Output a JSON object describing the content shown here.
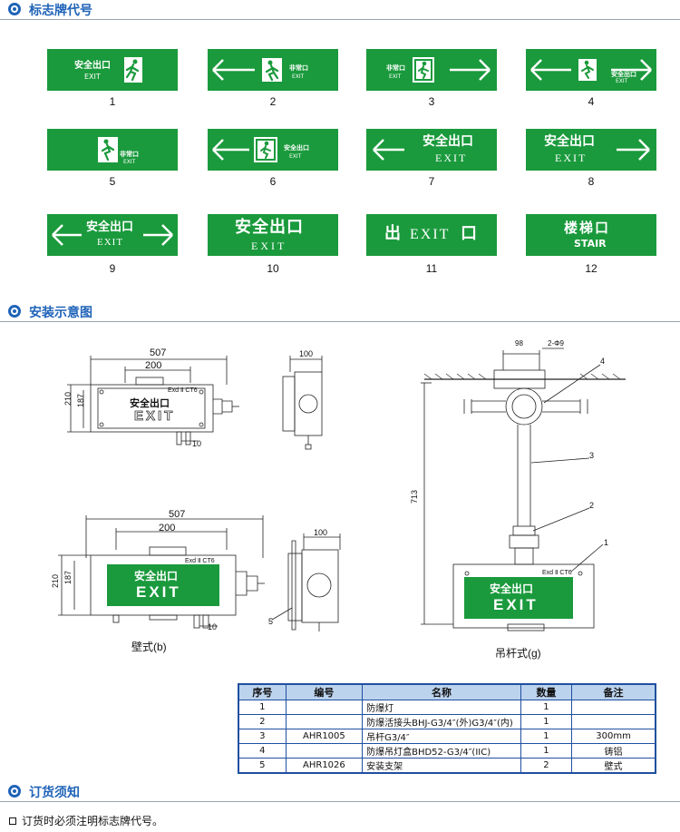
{
  "sections": {
    "signs_title": "标志牌代号",
    "install_title": "安装示意图",
    "order_title": "订货须知"
  },
  "colors": {
    "sign_green": "#1a9a3c",
    "accent_blue": "#1f63b8",
    "table_header": "#bcd3ee"
  },
  "signs": [
    {
      "number": "1",
      "cn": "安全出口",
      "en": "EXIT"
    },
    {
      "number": "2",
      "cn": "非常口",
      "en": "EXIT"
    },
    {
      "number": "3",
      "cn": "非常口",
      "en": "EXIT"
    },
    {
      "number": "4",
      "cn": "安全出口",
      "en": "EXIT"
    },
    {
      "number": "5",
      "cn": "非常口",
      "en": "EXIT"
    },
    {
      "number": "6",
      "cn": "安全出口",
      "en": "EXIT"
    },
    {
      "number": "7",
      "cn": "安全出口",
      "en": "EXIT"
    },
    {
      "number": "8",
      "cn": "安全出口",
      "en": "EXIT"
    },
    {
      "number": "9",
      "cn": "安全出口",
      "en": "EXIT"
    },
    {
      "number": "10",
      "cn": "安全出口",
      "en": "EXIT"
    },
    {
      "number": "11",
      "cn": "出",
      "en": "EXIT",
      "cn2": "口"
    },
    {
      "number": "12",
      "cn": "楼梯口",
      "en": "STAIR"
    }
  ],
  "drawings": {
    "dim_507": "507",
    "dim_200": "200",
    "dim_210": "210",
    "dim_187": "187",
    "dim_10": "10",
    "dim_100": "100",
    "dim_98": "98",
    "dim_hole": "2-Φ9",
    "dim_713": "713",
    "exd_mark": "Exd Ⅱ CT6",
    "panel_cn": "安全出口",
    "panel_en": "EXIT",
    "callout_1": "1",
    "callout_2": "2",
    "callout_3": "3",
    "callout_4": "4",
    "callout_5": "5",
    "caption_wall": "壁式(b)",
    "caption_pendant": "吊杆式(g)"
  },
  "parts_table": {
    "headers": [
      "序号",
      "编号",
      "名称",
      "数量",
      "备注"
    ],
    "rows": [
      [
        "1",
        "",
        "防爆灯",
        "1",
        ""
      ],
      [
        "2",
        "",
        "防爆活接头BHJ-G3/4″(外)G3/4″(内)",
        "1",
        ""
      ],
      [
        "3",
        "AHR1005",
        "吊杆G3/4″",
        "1",
        "300mm"
      ],
      [
        "4",
        "",
        "防爆吊灯盒BHD52-G3/4″(IIC)",
        "1",
        "铸铝"
      ],
      [
        "5",
        "AHR1026",
        "安装支架",
        "2",
        "壁式"
      ]
    ]
  },
  "order_note": "订货时必须注明标志牌代号。"
}
